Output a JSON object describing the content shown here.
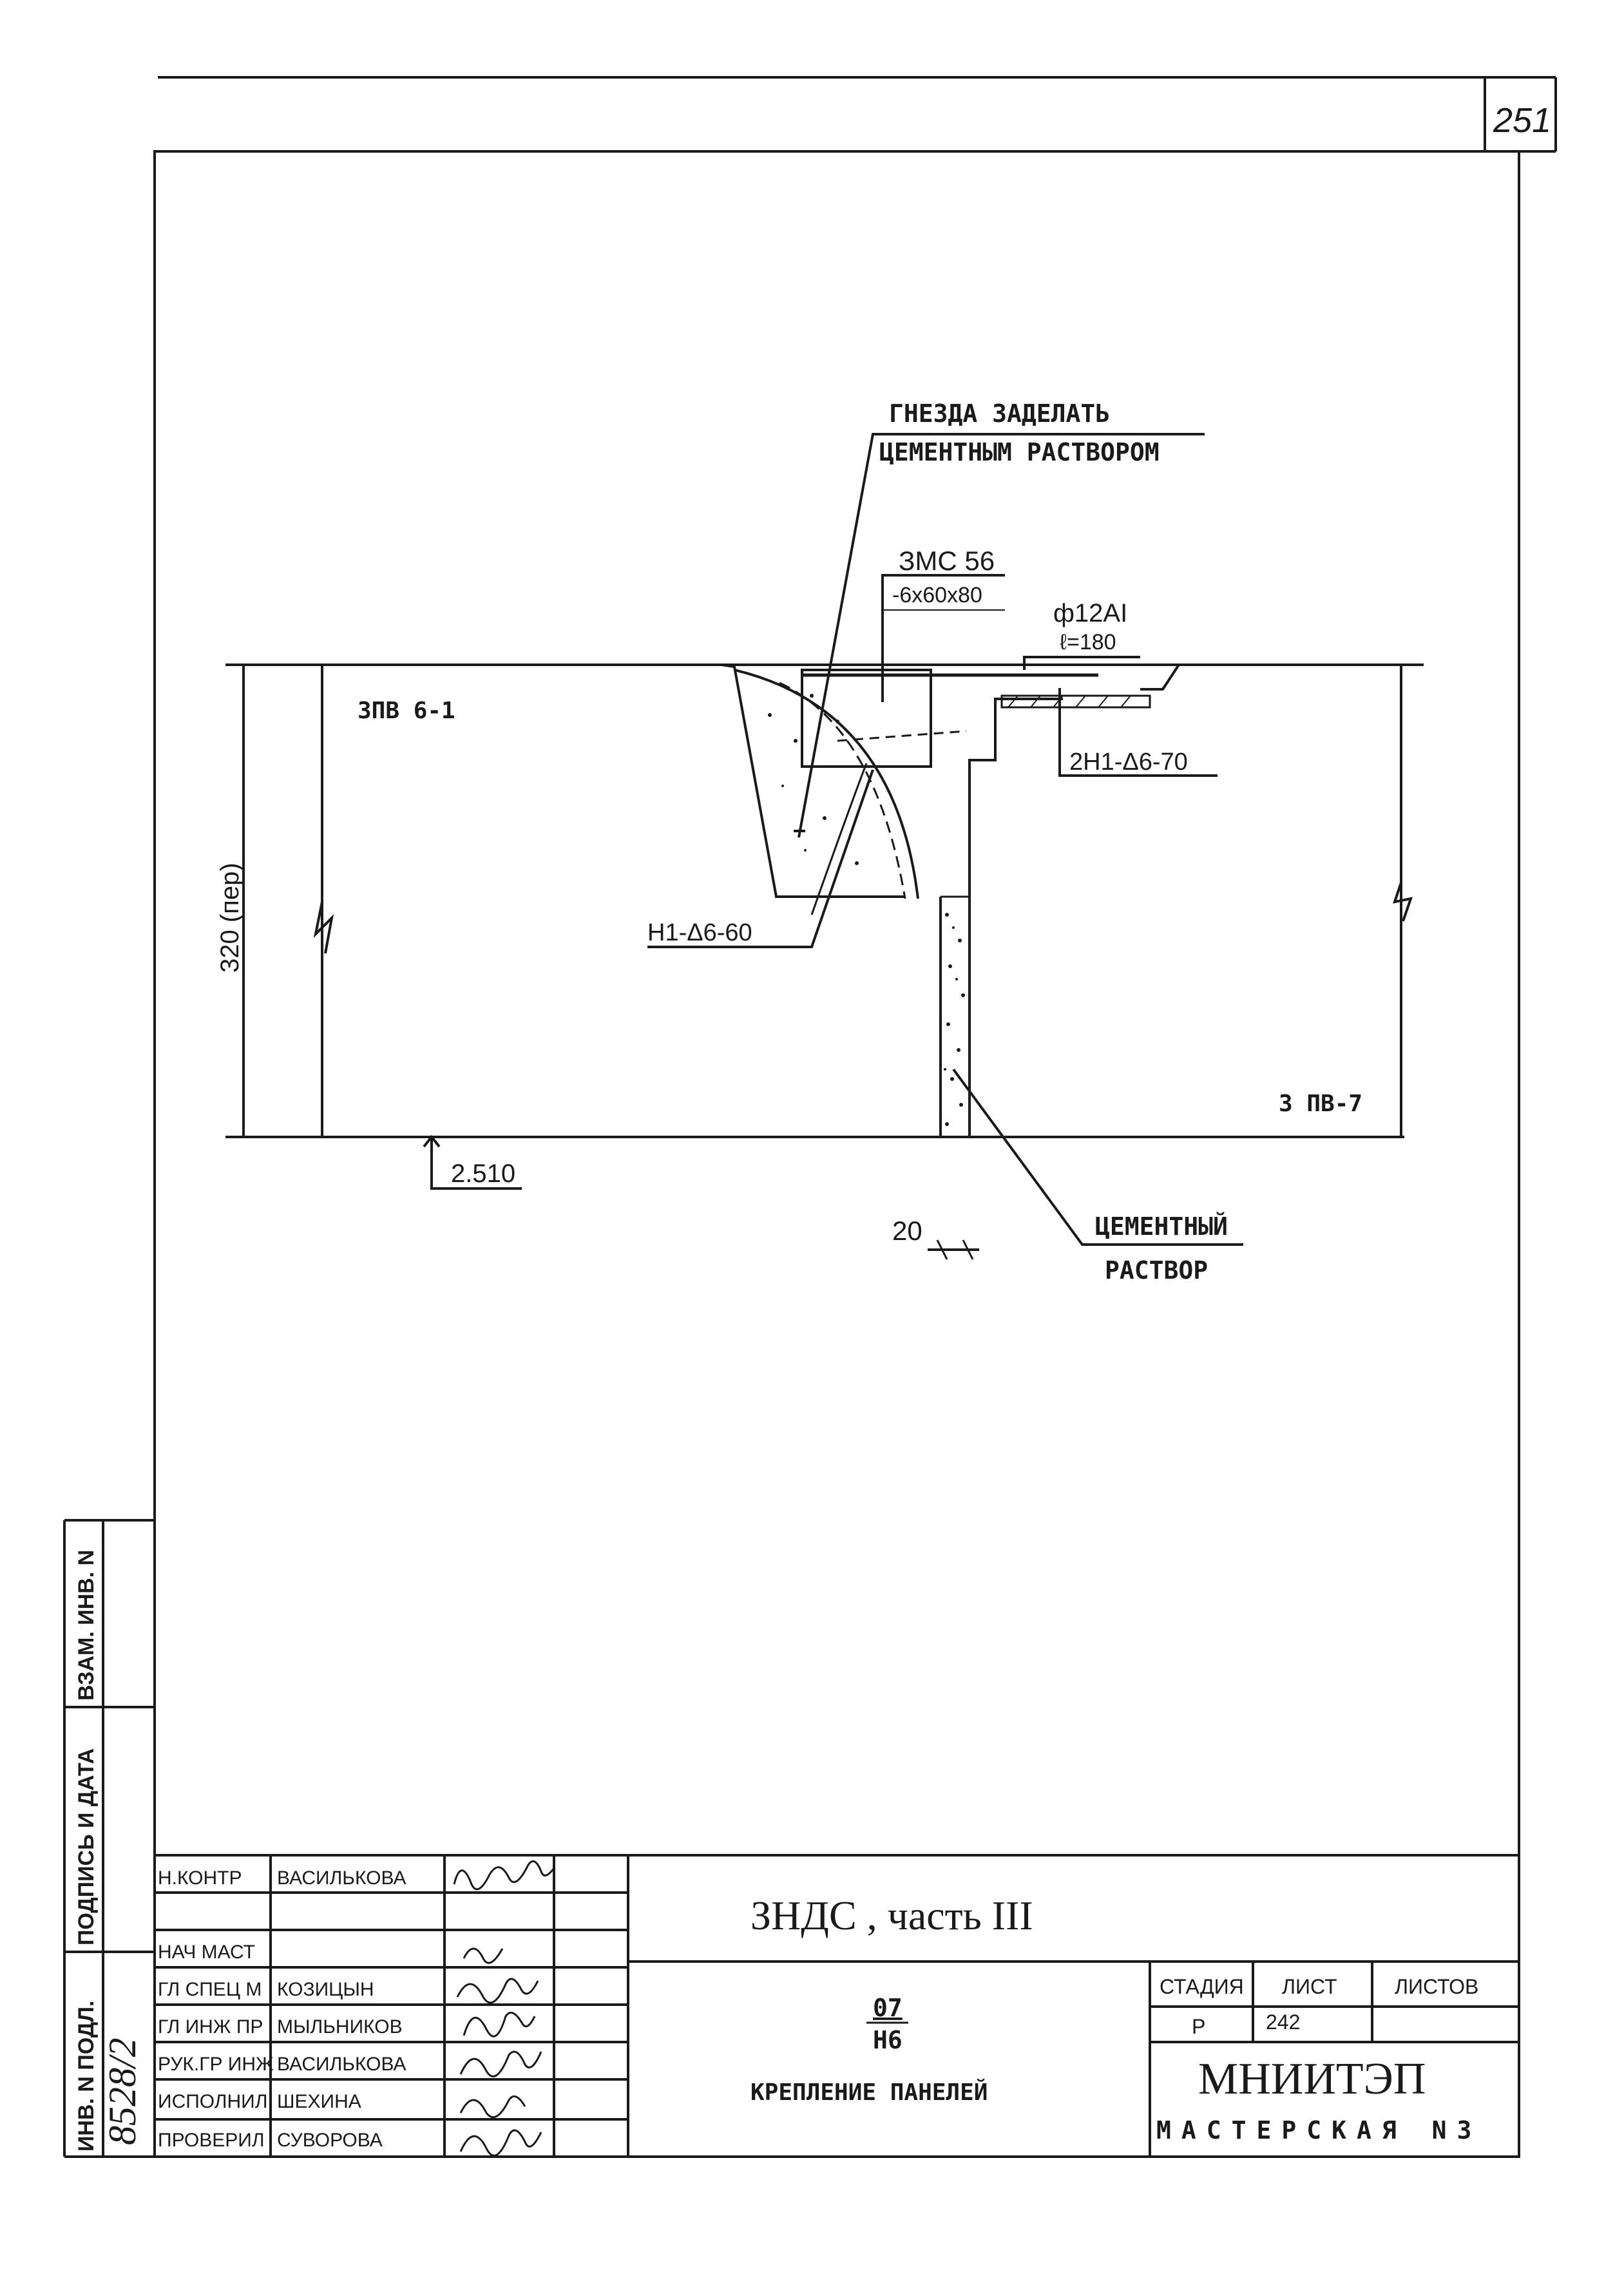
{
  "sheet": {
    "page_number": "251",
    "stroke_color": "#1a1a1a"
  },
  "drawing": {
    "panel_left_label": "ЗПВ 6-1",
    "panel_right_label": "3 ПВ-7",
    "height_dim": "320 (пер)",
    "level_mark": "2.510",
    "gap_dim": "20",
    "note_nests_line1": "ГНЕЗДА ЗАДЕЛАТЬ",
    "note_nests_line2": "ЦЕМЕНТНЫМ РАСТВОРОМ",
    "plate_label": "ЗМС 56",
    "plate_size": "-6х60х80",
    "rebar_label": "ф12АI",
    "rebar_length": "ℓ=180",
    "anchor_right": "2Н1-Δ6-70",
    "anchor_left": "Н1-Δ6-60",
    "note_mortar_line1": "ЦЕМЕНТНЫЙ",
    "note_mortar_line2": "РАСТВОР"
  },
  "side_stamp": {
    "inv_podl": "ИНВ. N ПОДЛ.",
    "podpis_data": "ПОДПИСЬ И ДАТА",
    "vzam_inv": "ВЗАМ. ИНВ. N",
    "inv_signature": "8528/2"
  },
  "title_block": {
    "roles": [
      {
        "role": "Н.КОНТР",
        "name": "ВАСИЛЬКОВА"
      },
      {
        "role": "",
        "name": ""
      },
      {
        "role": "НАЧ МАСТ",
        "name": ""
      },
      {
        "role": "ГЛ СПЕЦ М",
        "name": "КОЗИЦЫН"
      },
      {
        "role": "ГЛ ИНЖ ПР",
        "name": "МЫЛЬНИКОВ"
      },
      {
        "role": "РУК.ГР ИНЖ",
        "name": "ВАСИЛЬКОВА"
      },
      {
        "role": "ИСПОЛНИЛ",
        "name": "ШЕХИНА"
      },
      {
        "role": "ПРОВЕРИЛ",
        "name": "СУВОРОВА"
      }
    ],
    "project_title": "ЗНДС , часть III",
    "code_top": "07",
    "code_bottom": "Н6",
    "sheet_title": "КРЕПЛЕНИЕ ПАНЕЛЕЙ",
    "stage_header": "СТАДИЯ",
    "sheet_header": "ЛИСТ",
    "sheets_header": "ЛИСТОВ",
    "stage_value": "Р",
    "sheet_value": "242",
    "sheets_value": "",
    "org_name": "МНИИТЭП",
    "org_unit": "МАСТЕРСКАЯ N3"
  }
}
